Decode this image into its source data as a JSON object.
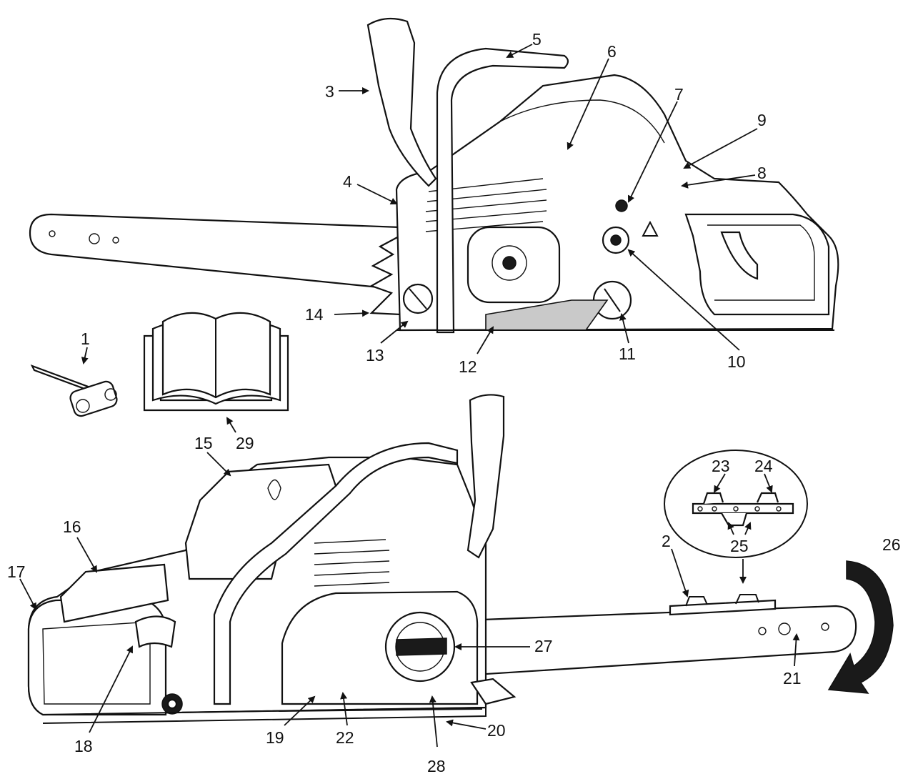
{
  "diagram": {
    "callouts": [
      {
        "id": "1",
        "label": "1"
      },
      {
        "id": "2",
        "label": "2"
      },
      {
        "id": "3",
        "label": "3"
      },
      {
        "id": "4",
        "label": "4"
      },
      {
        "id": "5",
        "label": "5"
      },
      {
        "id": "6",
        "label": "6"
      },
      {
        "id": "7",
        "label": "7"
      },
      {
        "id": "8",
        "label": "8"
      },
      {
        "id": "9",
        "label": "9"
      },
      {
        "id": "10",
        "label": "10"
      },
      {
        "id": "11",
        "label": "11"
      },
      {
        "id": "12",
        "label": "12"
      },
      {
        "id": "13",
        "label": "13"
      },
      {
        "id": "14",
        "label": "14"
      },
      {
        "id": "15",
        "label": "15"
      },
      {
        "id": "16",
        "label": "16"
      },
      {
        "id": "17",
        "label": "17"
      },
      {
        "id": "18",
        "label": "18"
      },
      {
        "id": "19",
        "label": "19"
      },
      {
        "id": "20",
        "label": "20"
      },
      {
        "id": "21",
        "label": "21"
      },
      {
        "id": "22",
        "label": "22"
      },
      {
        "id": "23",
        "label": "23"
      },
      {
        "id": "24",
        "label": "24"
      },
      {
        "id": "25",
        "label": "25"
      },
      {
        "id": "26",
        "label": "26"
      },
      {
        "id": "27",
        "label": "27"
      },
      {
        "id": "28",
        "label": "28"
      },
      {
        "id": "29",
        "label": "29"
      }
    ],
    "colors": {
      "line": "#111111",
      "background": "#ffffff",
      "shade": "#c9c9c9"
    }
  }
}
